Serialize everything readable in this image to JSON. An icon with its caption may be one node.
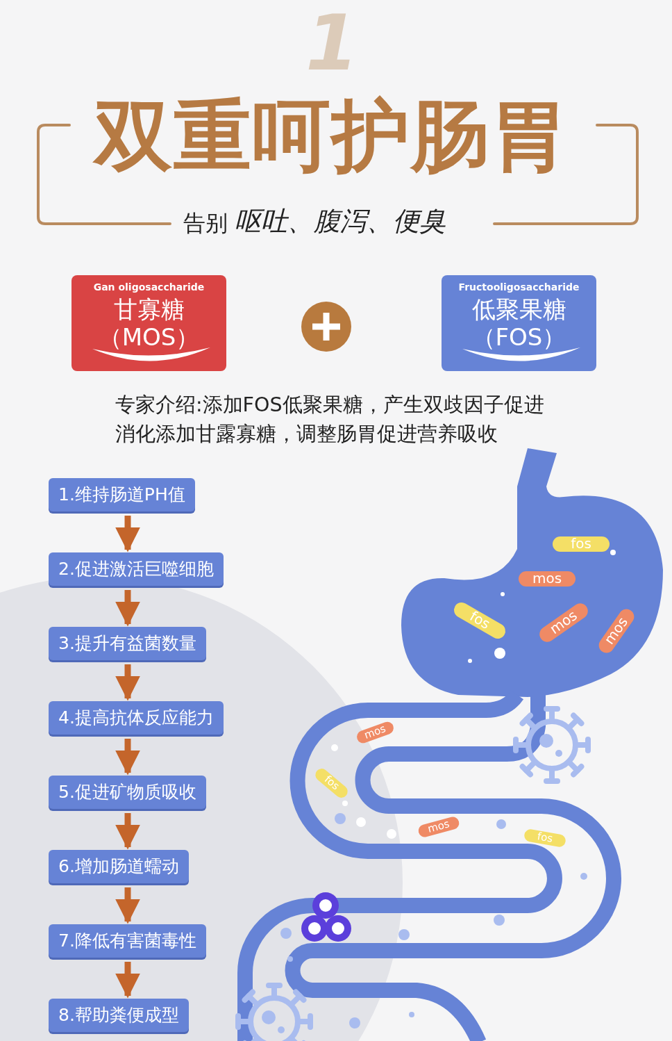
{
  "diagram": {
    "nodes": [
      {
        "text": [
          "Gan oligosaccharide",
          "甘寡糖",
          "（MOS）"
        ]
      },
      {
        "text": [
          "Fructooligosaccharide",
          "低聚果糖",
          "（FOS）"
        ]
      },
      {
        "text": [
          "1.维持肠道PH值"
        ]
      },
      {
        "text": [
          "2.促进激活巨噬细胞"
        ]
      },
      {
        "text": [
          "3.提升有益菌数量"
        ]
      },
      {
        "text": [
          "4.提高抗体反应能力"
        ]
      },
      {
        "text": [
          "5.促进矿物质吸收"
        ]
      },
      {
        "text": [
          "6.增加肠道蠕动"
        ]
      },
      {
        "text": [
          "7.降低有害菌毒性"
        ]
      },
      {
        "text": [
          "8.帮助粪便成型"
        ]
      }
    ],
    "edges": [
      {
        "from": 2,
        "to": 3,
        "arrow": "to"
      },
      {
        "from": 3,
        "to": 4,
        "arrow": "to"
      },
      {
        "from": 4,
        "to": 5,
        "arrow": "to"
      },
      {
        "from": 5,
        "to": 6,
        "arrow": "to"
      },
      {
        "from": 6,
        "to": 7,
        "arrow": "to"
      },
      {
        "from": 7,
        "to": 8,
        "arrow": "to"
      },
      {
        "from": 8,
        "to": 9,
        "arrow": "to"
      }
    ],
    "labels": [
      "1",
      "双重呵护肠胃",
      "告别",
      "呕吐、腹泻、便臭",
      "专家介绍:添加FOS低聚果糖，产生双歧因子促进消化添加甘露寡糖，调整肠胃促进营养吸收",
      "fos",
      "mos",
      "fos",
      "mos",
      "mos",
      "mos",
      "fos",
      "mos",
      "fos"
    ]
  }
}
